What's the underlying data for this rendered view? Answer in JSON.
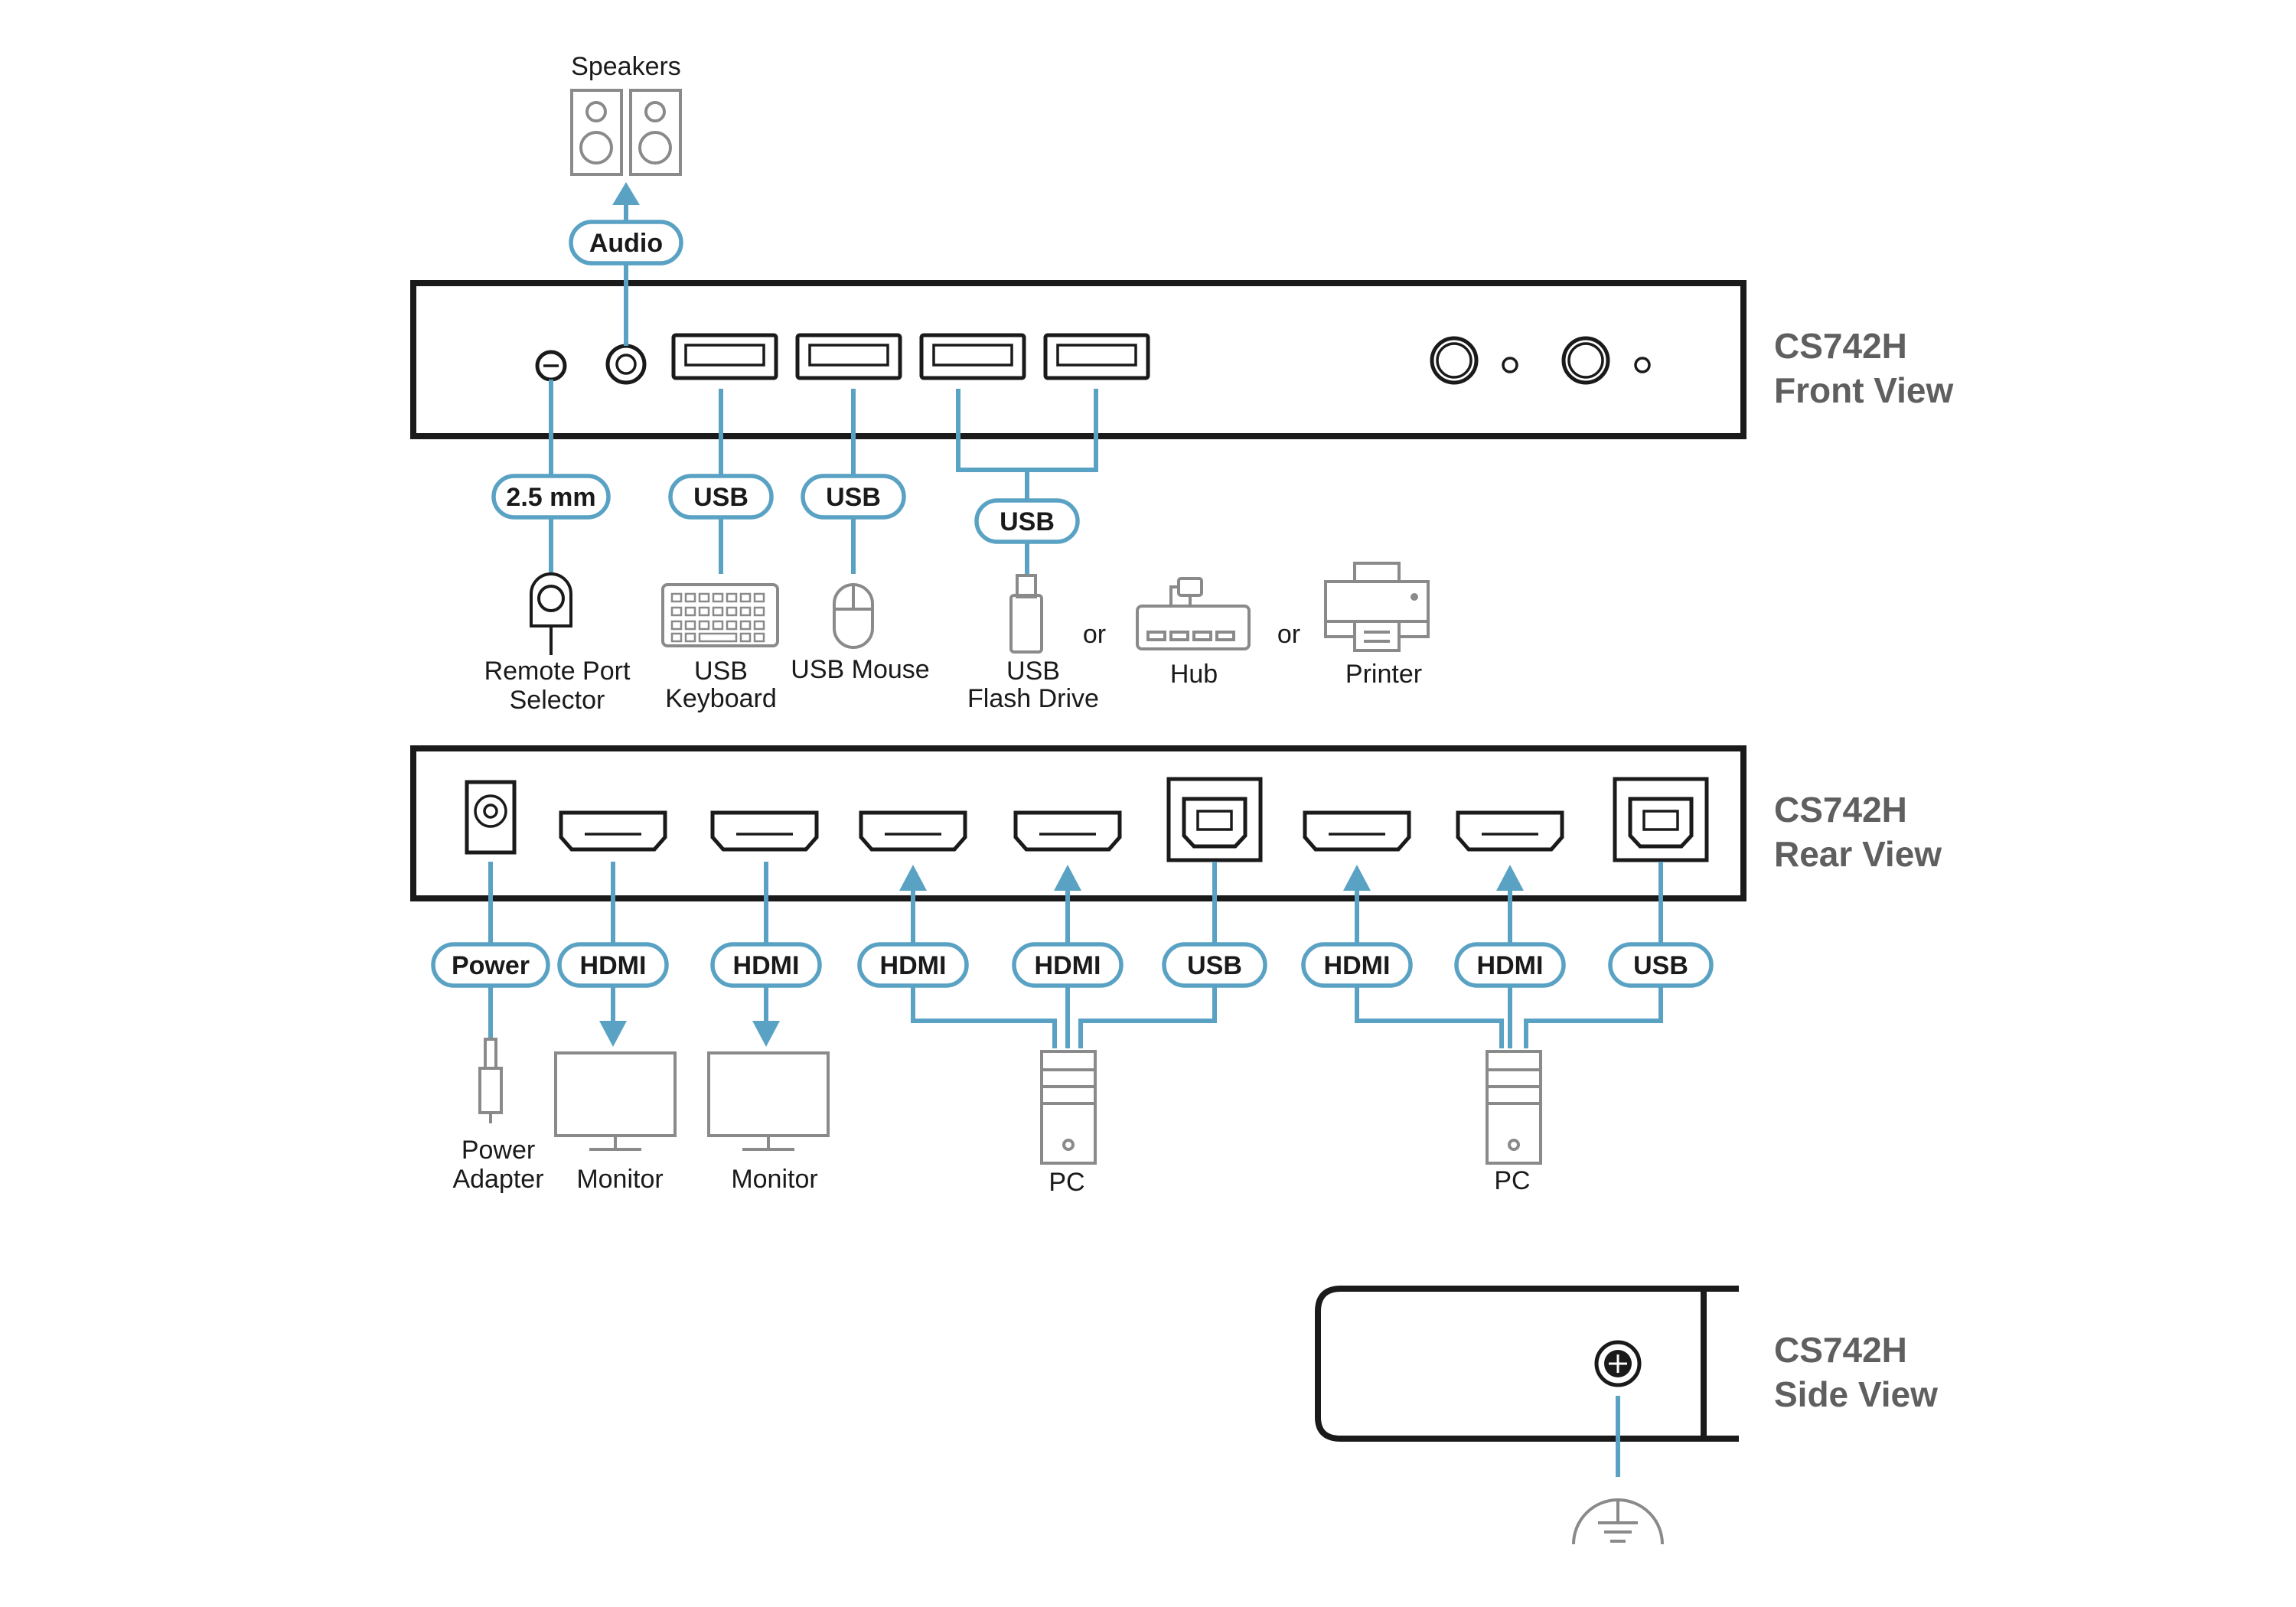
{
  "front_view": {
    "title_line1": "CS742H",
    "title_line2": "Front View",
    "labels": {
      "audio": "Audio",
      "remote": "2.5 mm",
      "usb_keyboard": "USB",
      "usb_mouse": "USB",
      "usb_storage": "USB"
    },
    "devices": {
      "speakers": "Speakers",
      "remote_line1": "Remote Port",
      "remote_line2": "Selector",
      "keyboard_line1": "USB",
      "keyboard_line2": "Keyboard",
      "mouse": "USB Mouse",
      "flash_line1": "USB",
      "flash_line2": "Flash Drive",
      "or1": "or",
      "hub": "Hub",
      "or2": "or",
      "printer": "Printer"
    }
  },
  "rear_view": {
    "title_line1": "CS742H",
    "title_line2": "Rear View",
    "labels": {
      "power": "Power",
      "hdmi_out1": "HDMI",
      "hdmi_out2": "HDMI",
      "pc1_hdmi1": "HDMI",
      "pc1_hdmi2": "HDMI",
      "pc1_usb": "USB",
      "pc2_hdmi1": "HDMI",
      "pc2_hdmi2": "HDMI",
      "pc2_usb": "USB"
    },
    "devices": {
      "adapter_line1": "Power",
      "adapter_line2": "Adapter",
      "monitor1": "Monitor",
      "monitor2": "Monitor",
      "pc1": "PC",
      "pc2": "PC"
    }
  },
  "side_view": {
    "title_line1": "CS742H",
    "title_line2": "Side View"
  },
  "colors": {
    "cable": "#5aa2c4",
    "device_outline": "#1a1a1a",
    "peripheral": "#8a8a8a",
    "title": "#5f5f5f"
  }
}
